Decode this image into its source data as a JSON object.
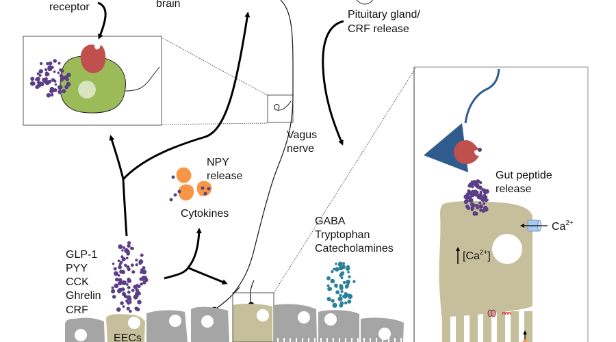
{
  "colors": {
    "purple_dot": "#5b3f86",
    "teal_dot": "#2b8199",
    "gray_cell": "#a5a5a5",
    "eec_cell": "#c6bf9b",
    "green_cell": "#9bbb59",
    "red_receptor": "#c0504d",
    "blue_neuron": "#2f5b8d",
    "orange_cytokine": "#f79646",
    "ca_channel": "#a9c8ec",
    "arrow": "#000000"
  },
  "labels": {
    "receptor": "receptor",
    "brain": "brain",
    "pituitary_line1": "Pituitary gland/",
    "pituitary_line2": "CRF release",
    "vagus_line1": "Vagus",
    "vagus_line2": "nerve",
    "npy_line1": "NPY",
    "npy_line2": "release",
    "cytokines": "Cytokines",
    "hormones": [
      "GLP-1",
      "PYY",
      "CCK",
      "Ghrelin",
      "CRF"
    ],
    "eecs": "EECs",
    "neurotransmitters": [
      "GABA",
      "Tryptophan",
      "Catecholamines"
    ],
    "gut_peptide_line1": "Gut peptide",
    "gut_peptide_line2": "release",
    "ca_ion": "Ca",
    "ca_sup": "2+",
    "ca_conc_open": "[Ca",
    "ca_conc_sup": "2+",
    "ca_conc_close": "]"
  }
}
